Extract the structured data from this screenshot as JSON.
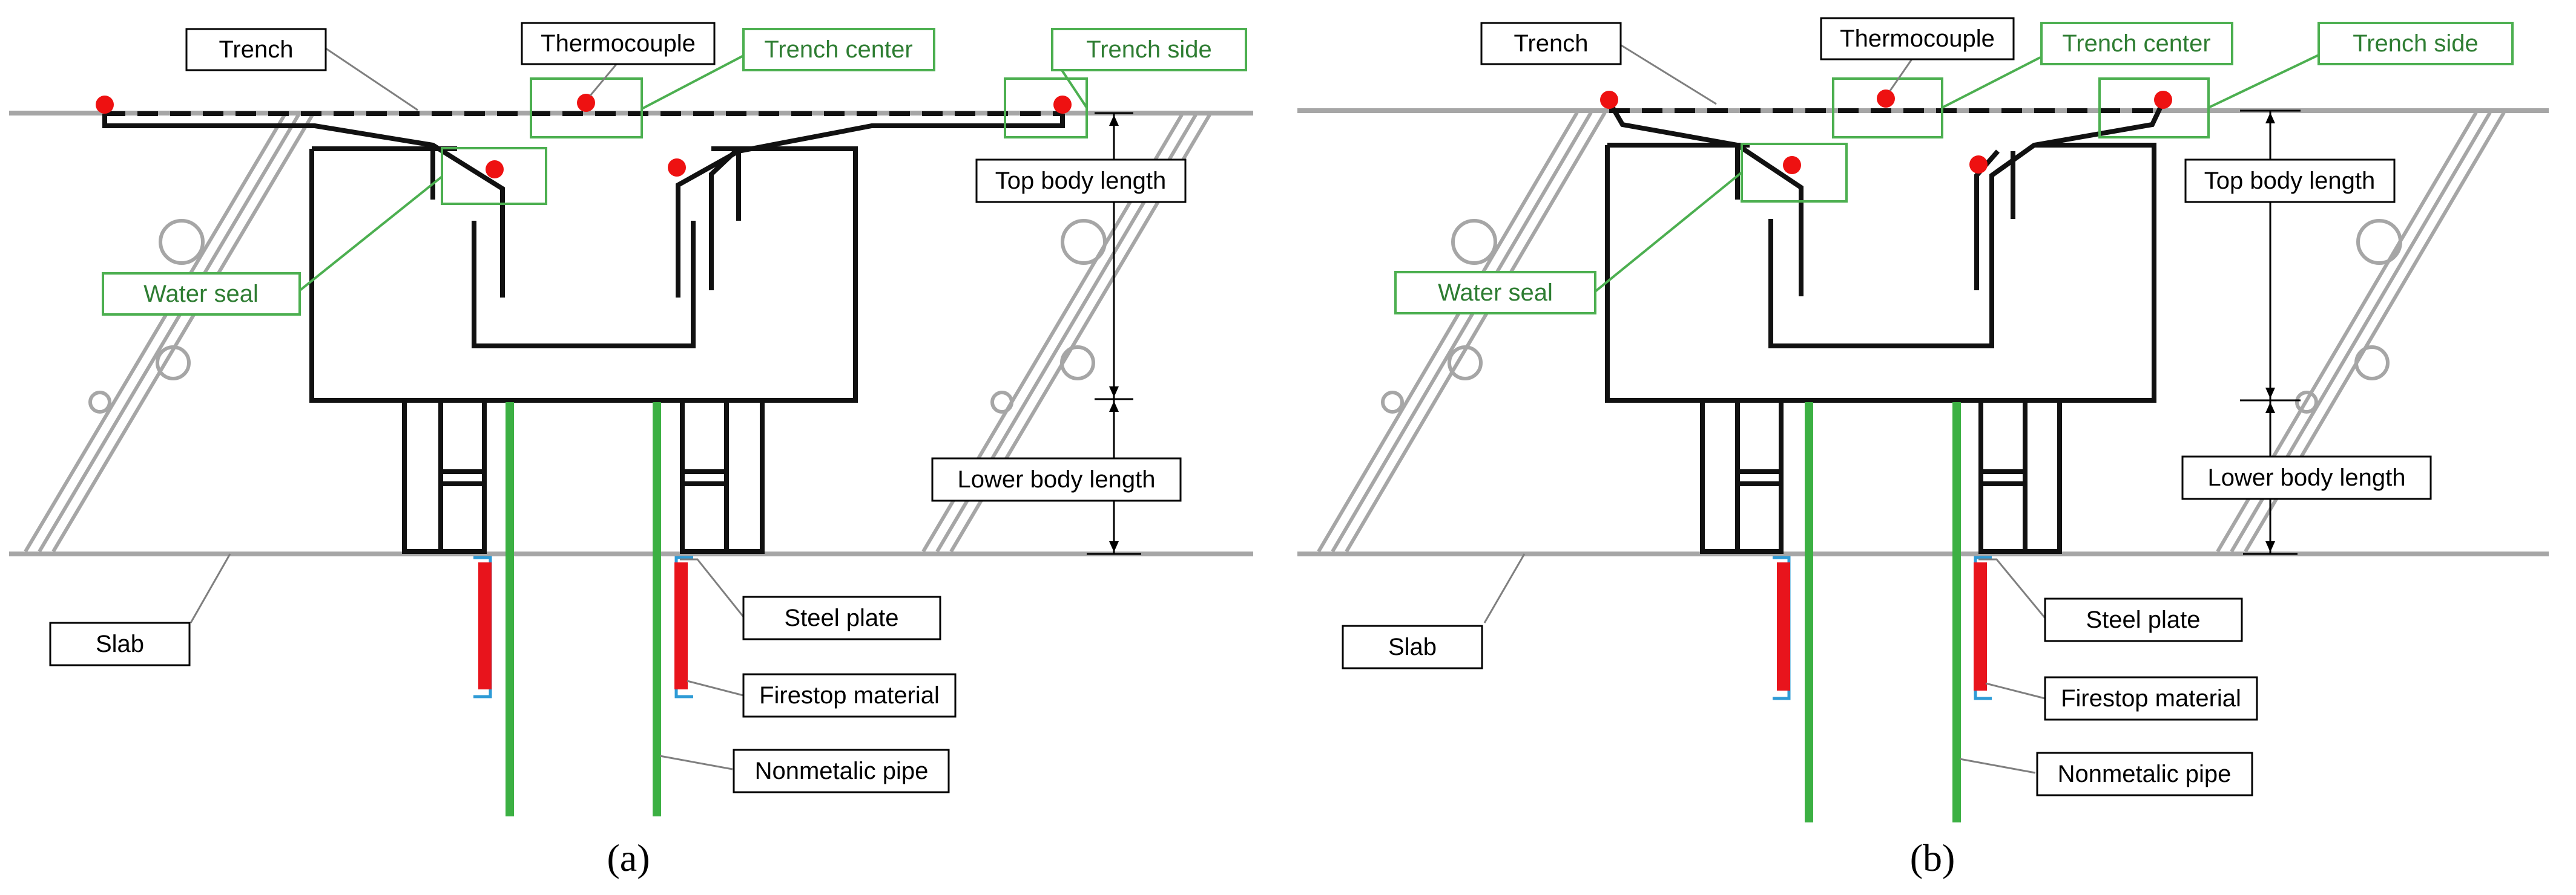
{
  "panels": [
    {
      "caption": "(a)",
      "labels": {
        "trench": "Trench",
        "thermocouple": "Thermocouple",
        "trench_center": "Trench center",
        "trench_side": "Trench side",
        "top_body_length": "Top body length",
        "water_seal": "Water seal",
        "lower_body_length": "Lower body length",
        "slab": "Slab",
        "steel_plate": "Steel plate",
        "firestop_material": "Firestop material",
        "nonmetalic_pipe": "Nonmetalic pipe"
      }
    },
    {
      "caption": "(b)",
      "labels": {
        "trench": "Trench",
        "thermocouple": "Thermocouple",
        "trench_center": "Trench center",
        "trench_side": "Trench side",
        "top_body_length": "Top body length",
        "water_seal": "Water seal",
        "lower_body_length": "Lower body length",
        "slab": "Slab",
        "steel_plate": "Steel plate",
        "firestop_material": "Firestop material",
        "nonmetalic_pipe": "Nonmetalic pipe"
      }
    }
  ],
  "colors": {
    "slab": "#a6a6a6",
    "body": "#111111",
    "pipe": "#3cb043",
    "firestop": "#e8141c",
    "steel_plate": "#2e9bd6",
    "thermocouple": "#ee1111",
    "green_label": "#2e7d32"
  }
}
